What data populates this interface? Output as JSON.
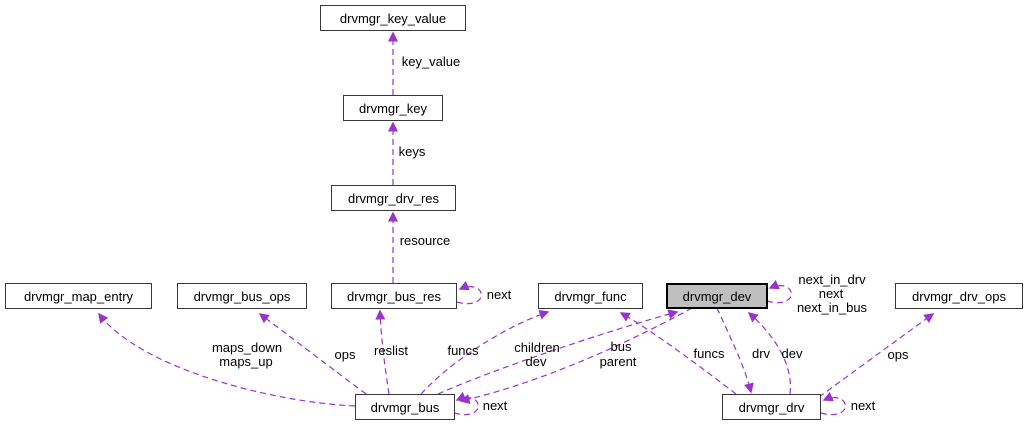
{
  "diagram": {
    "type": "doxygen-collaboration-graph",
    "colors": {
      "edge": "#9a32cd",
      "node_border": "#383838",
      "node_fill": "#ffffff",
      "highlight_fill": "#bfbfbf",
      "background": "#ffffff",
      "text": "#000000"
    },
    "nodes": [
      {
        "label": "drvmgr_key_value",
        "highlighted": false
      },
      {
        "label": "drvmgr_key",
        "highlighted": false
      },
      {
        "label": "drvmgr_drv_res",
        "highlighted": false
      },
      {
        "label": "drvmgr_bus_res",
        "highlighted": false
      },
      {
        "label": "drvmgr_map_entry",
        "highlighted": false
      },
      {
        "label": "drvmgr_bus_ops",
        "highlighted": false
      },
      {
        "label": "drvmgr_func",
        "highlighted": false
      },
      {
        "label": "drvmgr_dev",
        "highlighted": true
      },
      {
        "label": "drvmgr_drv_ops",
        "highlighted": false
      },
      {
        "label": "drvmgr_bus",
        "highlighted": false
      },
      {
        "label": "drvmgr_drv",
        "highlighted": false
      }
    ],
    "edge_labels": [
      {
        "text": "key_value"
      },
      {
        "text": "keys"
      },
      {
        "text": "resource"
      },
      {
        "text": "next"
      },
      {
        "text": "maps_down"
      },
      {
        "text": "maps_up"
      },
      {
        "text": "ops"
      },
      {
        "text": "reslist"
      },
      {
        "text": "funcs"
      },
      {
        "text": "children"
      },
      {
        "text": "dev"
      },
      {
        "text": "bus"
      },
      {
        "text": "parent"
      },
      {
        "text": "funcs"
      },
      {
        "text": "drv"
      },
      {
        "text": "dev"
      },
      {
        "text": "ops"
      },
      {
        "text": "next_in_drv"
      },
      {
        "text": "next"
      },
      {
        "text": "next_in_bus"
      },
      {
        "text": "next"
      },
      {
        "text": "next"
      }
    ],
    "edges": [
      {
        "from": "drvmgr_key",
        "to": "drvmgr_key_value",
        "label": "key_value"
      },
      {
        "from": "drvmgr_drv_res",
        "to": "drvmgr_key",
        "label": "keys"
      },
      {
        "from": "drvmgr_bus_res",
        "to": "drvmgr_drv_res",
        "label": "resource"
      },
      {
        "from": "drvmgr_bus_res",
        "to": "drvmgr_bus_res",
        "label": "next"
      },
      {
        "from": "drvmgr_bus",
        "to": "drvmgr_map_entry",
        "label": "maps_down maps_up"
      },
      {
        "from": "drvmgr_bus",
        "to": "drvmgr_bus_ops",
        "label": "ops"
      },
      {
        "from": "drvmgr_bus",
        "to": "drvmgr_bus_res",
        "label": "reslist"
      },
      {
        "from": "drvmgr_bus",
        "to": "drvmgr_func",
        "label": "funcs"
      },
      {
        "from": "drvmgr_bus",
        "to": "drvmgr_dev",
        "label": "children dev"
      },
      {
        "from": "drvmgr_dev",
        "to": "drvmgr_bus",
        "label": "bus parent"
      },
      {
        "from": "drvmgr_drv",
        "to": "drvmgr_func",
        "label": "funcs"
      },
      {
        "from": "drvmgr_dev",
        "to": "drvmgr_drv",
        "label": "drv"
      },
      {
        "from": "drvmgr_drv",
        "to": "drvmgr_dev",
        "label": "dev"
      },
      {
        "from": "drvmgr_drv",
        "to": "drvmgr_drv_ops",
        "label": "ops"
      },
      {
        "from": "drvmgr_dev",
        "to": "drvmgr_dev",
        "label": "next_in_drv next next_in_bus"
      },
      {
        "from": "drvmgr_bus",
        "to": "drvmgr_bus",
        "label": "next"
      },
      {
        "from": "drvmgr_drv",
        "to": "drvmgr_drv",
        "label": "next"
      }
    ]
  }
}
